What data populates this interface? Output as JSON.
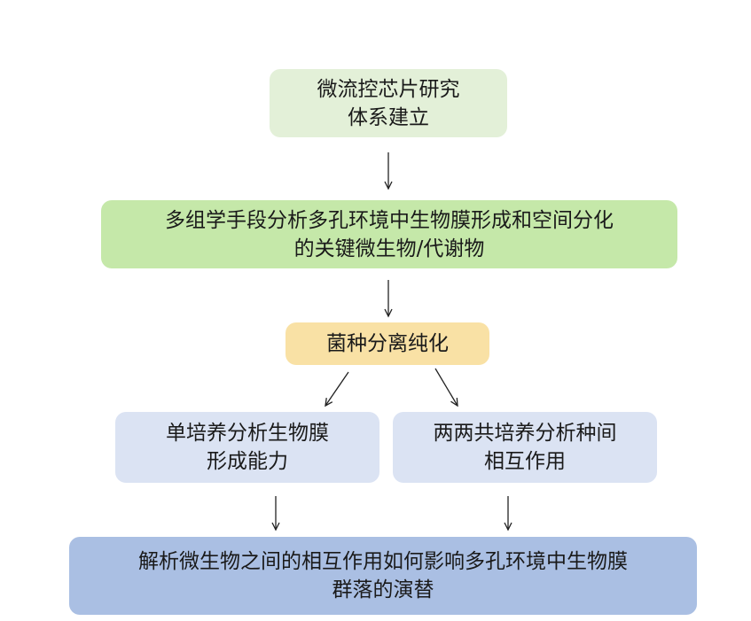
{
  "nodes": {
    "system": {
      "line1": "微流控芯片研究",
      "line2": "体系建立"
    },
    "multiomics": {
      "line1": "多组学手段分析多孔环境中生物膜形成和空间分化",
      "line2": "的关键微生物/代谢物"
    },
    "isolation": {
      "line1": "菌种分离纯化"
    },
    "single_culture": {
      "line1": "单培养分析生物膜",
      "line2": "形成能力"
    },
    "pairwise_culture": {
      "line1": "两两共培养分析种间",
      "line2": "相互作用"
    },
    "conclusion": {
      "line1": "解析微生物之间的相互作用如何影响多孔环境中生物膜",
      "line2": "群落的演替"
    }
  },
  "colors": {
    "system": "#e3f0d8",
    "multiomics": "#c5e8a9",
    "isolation": "#f9e1a5",
    "culture": "#dbe3f3",
    "conclusion": "#aabfe3",
    "arrow": "#222222"
  }
}
